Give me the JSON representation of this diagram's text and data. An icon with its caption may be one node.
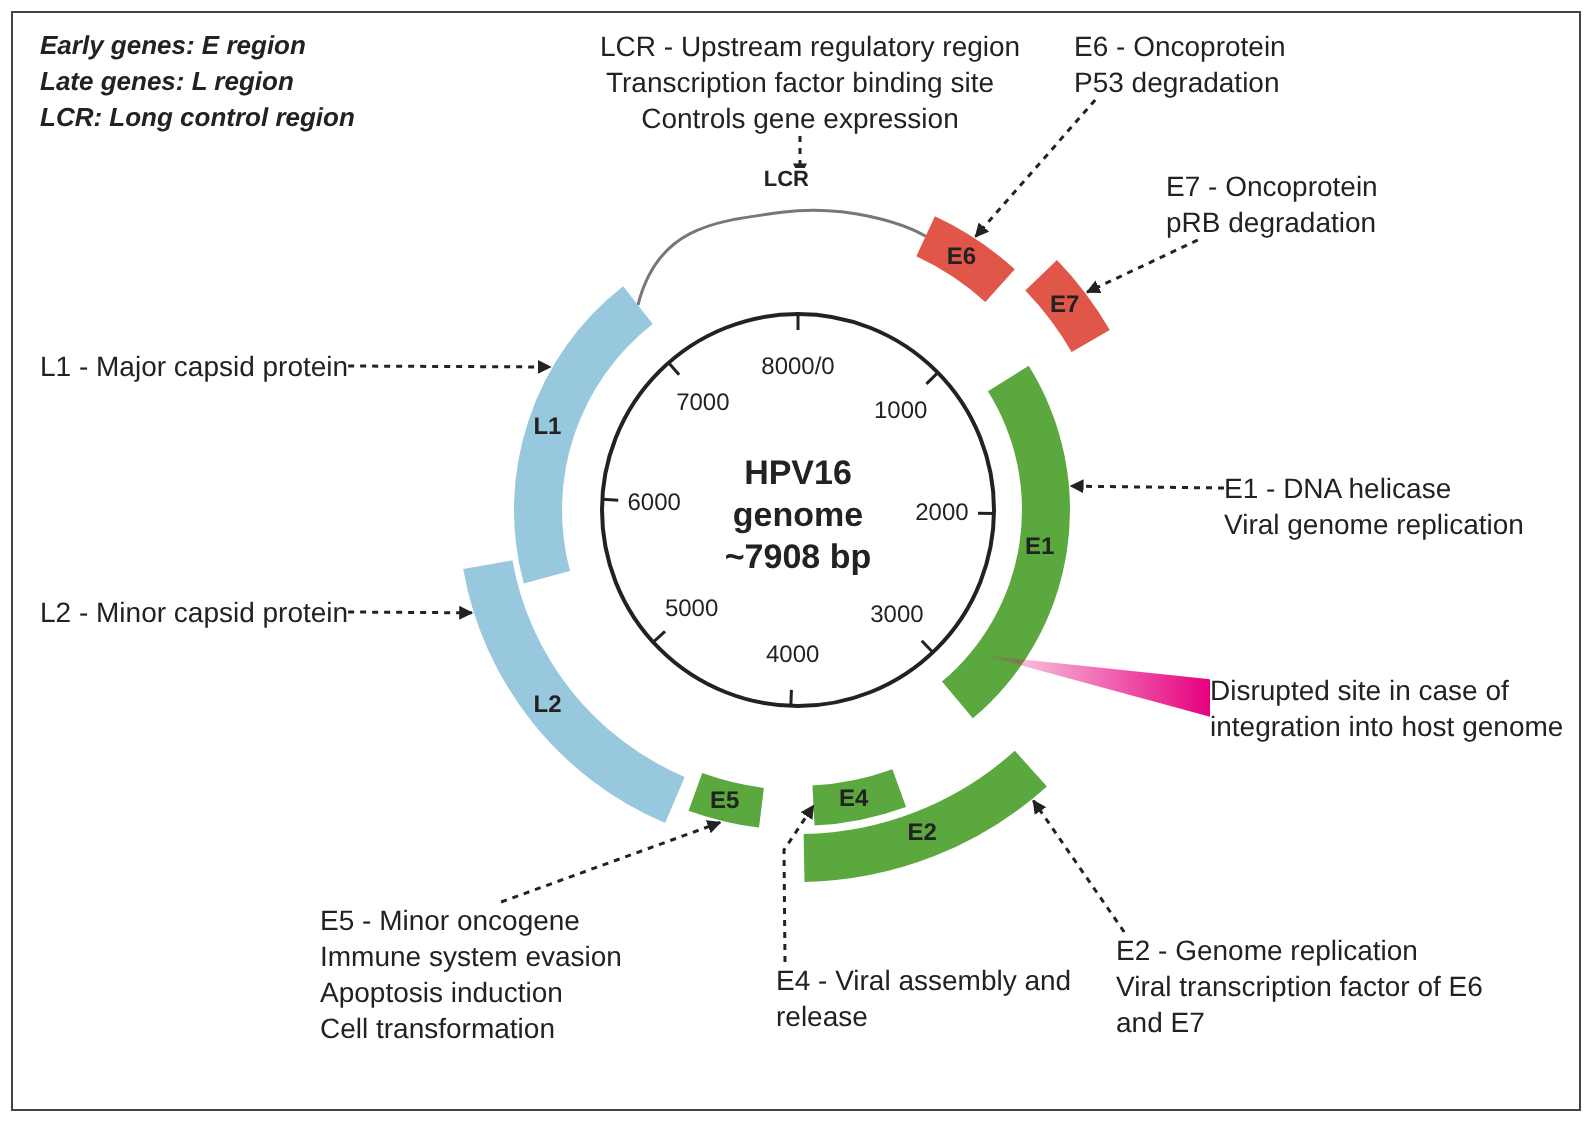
{
  "diagram": {
    "nodes": [
      {
        "text": [
          "LCR - Upstream regulatory region",
          "Transcription factor binding site",
          "Controls gene expression"
        ]
      },
      {
        "text": [
          "E6 - Oncoprotein",
          "P53 degradation"
        ]
      },
      {
        "text": [
          "E7 - Oncoprotein",
          "pRB degradation"
        ]
      },
      {
        "text": [
          "L1 - Major capsid protein"
        ]
      },
      {
        "text": [
          "E1 - DNA helicase",
          "Viral genome replication"
        ]
      },
      {
        "text": [
          "L2 - Minor capsid protein"
        ]
      },
      {
        "text": [
          "Disrupted site in case of integration into host genome"
        ]
      },
      {
        "text": [
          "E5 - Minor oncogene",
          "Immune system evasion",
          "Apoptosis induction",
          "Cell transformation"
        ]
      },
      {
        "text": [
          "E4 - Viral assembly and release"
        ]
      },
      {
        "text": [
          "E2 - Genome replication",
          "Viral transcription factor of E6 and E7"
        ]
      },
      {
        "text": [
          "HPV16 genome ~7908 bp"
        ]
      },
      {
        "text": [
          "E6"
        ]
      },
      {
        "text": [
          "E7"
        ]
      },
      {
        "text": [
          "L1"
        ]
      },
      {
        "text": [
          "E1"
        ]
      },
      {
        "text": [
          "L2"
        ]
      },
      {
        "text": [
          "E5"
        ]
      },
      {
        "text": [
          "E4"
        ]
      },
      {
        "text": [
          "E2"
        ]
      }
    ],
    "edges": [
      {
        "from": 13,
        "to": 11,
        "arrow": "none",
        "label": "LCR",
        "color": "#777777"
      },
      {
        "from": 0,
        "to": null,
        "arrow": "to",
        "style": "dashed"
      },
      {
        "from": 1,
        "to": 11,
        "arrow": "to",
        "style": "dashed"
      },
      {
        "from": 2,
        "to": 12,
        "arrow": "to",
        "style": "dashed"
      },
      {
        "from": 3,
        "to": 13,
        "arrow": "to",
        "style": "dashed"
      },
      {
        "from": 4,
        "to": 14,
        "arrow": "to",
        "style": "dashed"
      },
      {
        "from": 5,
        "to": 15,
        "arrow": "to",
        "style": "dashed"
      },
      {
        "from": 6,
        "to": 14,
        "arrow": "none",
        "style": "thick",
        "color": "#e6007e"
      },
      {
        "from": 7,
        "to": 16,
        "arrow": "to",
        "style": "dashed"
      },
      {
        "from": 8,
        "to": 17,
        "arrow": "to",
        "style": "dashed"
      },
      {
        "from": 9,
        "to": 18,
        "arrow": "to",
        "style": "dashed"
      }
    ],
    "labels": [
      "Early genes: E region",
      "Late genes: L region",
      "LCR: Long control region",
      "8000/0",
      "7000",
      "1000",
      "6000",
      "2000",
      "5000",
      "3000",
      "4000"
    ]
  }
}
